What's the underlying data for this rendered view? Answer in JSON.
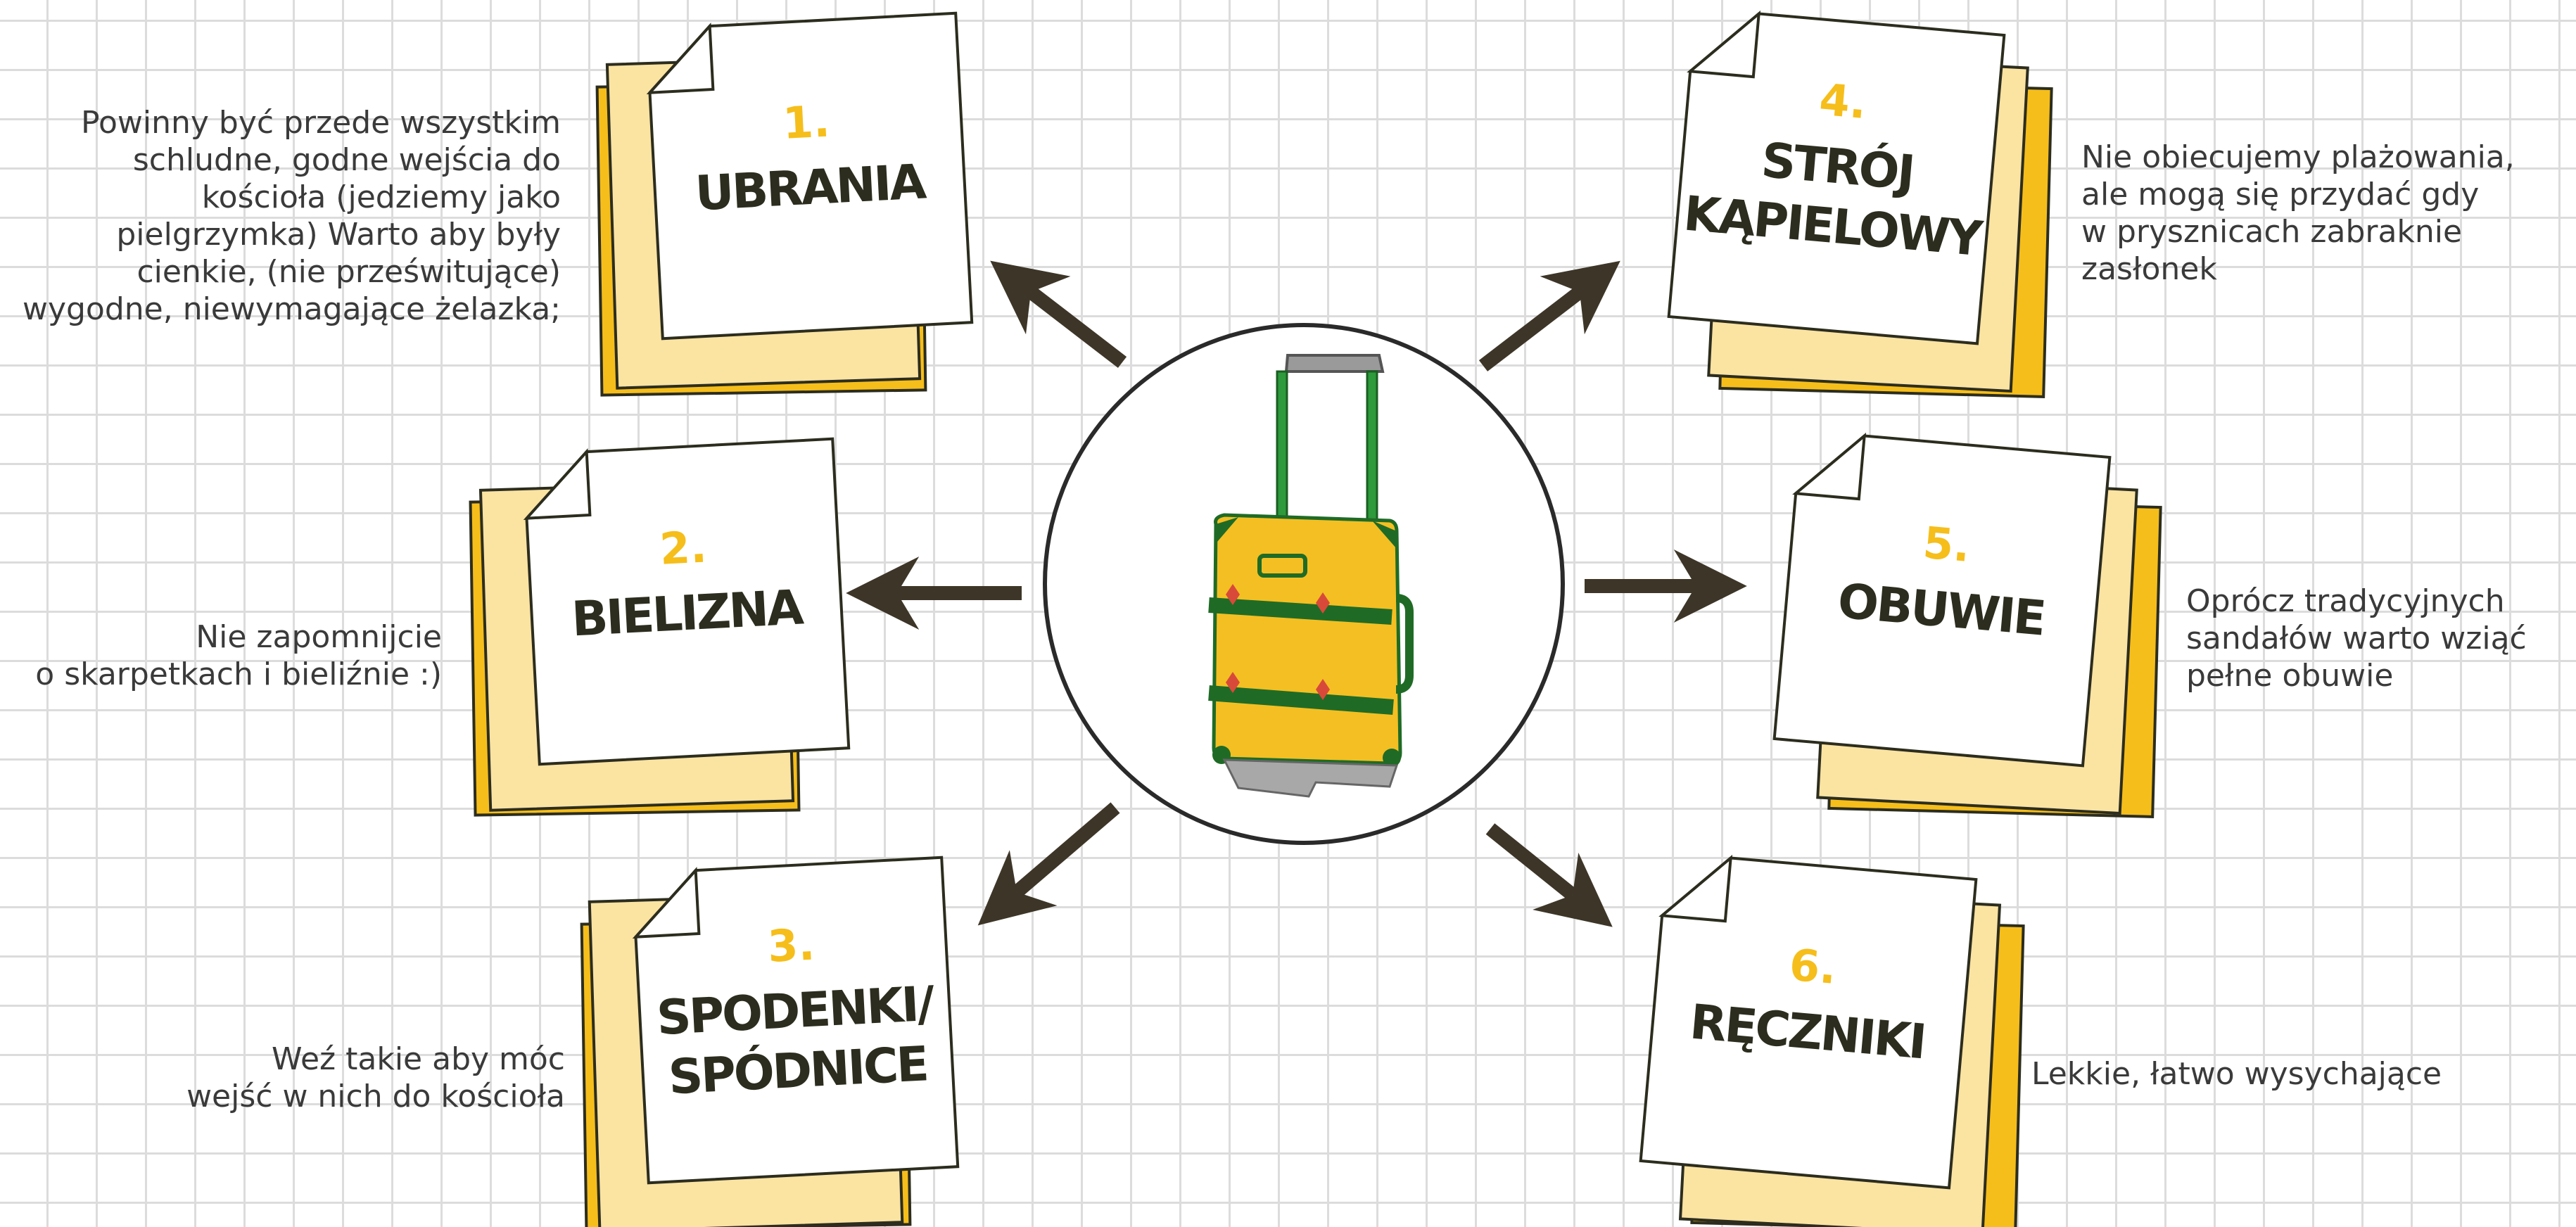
{
  "colors": {
    "accent_yellow": "#F6BE1B",
    "paper_light": "#FBE3A2",
    "dark_ink": "#2c2d1e",
    "arrow": "#3d3628",
    "suitcase_body": "#F4BF22",
    "suitcase_trim": "#1f6b26",
    "handle": "#2e9a3c"
  },
  "center": {
    "icon": "suitcase-icon"
  },
  "notes": [
    {
      "number": "1.",
      "title_lines": [
        "UBRANIA"
      ],
      "description_lines": [
        "Powinny być przede wszystkim",
        "schludne, godne wejścia do",
        "kościoła (jedziemy jako",
        "pielgrzymka) Warto aby były",
        "cienkie, (nie prześwitujące)",
        "wygodne, niewymagające żelazka;"
      ]
    },
    {
      "number": "2.",
      "title_lines": [
        "BIELIZNA"
      ],
      "description_lines": [
        "Nie zapomnijcie",
        "o skarpetkach i bieliźnie :)"
      ]
    },
    {
      "number": "3.",
      "title_lines": [
        "SPODENKI/",
        "SPÓDNICE"
      ],
      "description_lines": [
        "Weź takie aby móc",
        "wejść w nich do kościoła"
      ]
    },
    {
      "number": "4.",
      "title_lines": [
        "STRÓJ",
        "KĄPIELOWY"
      ],
      "description_lines": [
        "Nie obiecujemy plażowania,",
        "ale mogą się przydać gdy",
        "w prysznicach zabraknie",
        "zasłonek"
      ]
    },
    {
      "number": "5.",
      "title_lines": [
        "OBUWIE"
      ],
      "description_lines": [
        "Oprócz tradycyjnych",
        "sandałów warto wziąć",
        "pełne obuwie"
      ]
    },
    {
      "number": "6.",
      "title_lines": [
        "RĘCZNIKI"
      ],
      "description_lines": [
        "Lekkie, łatwo wysychające"
      ]
    }
  ]
}
